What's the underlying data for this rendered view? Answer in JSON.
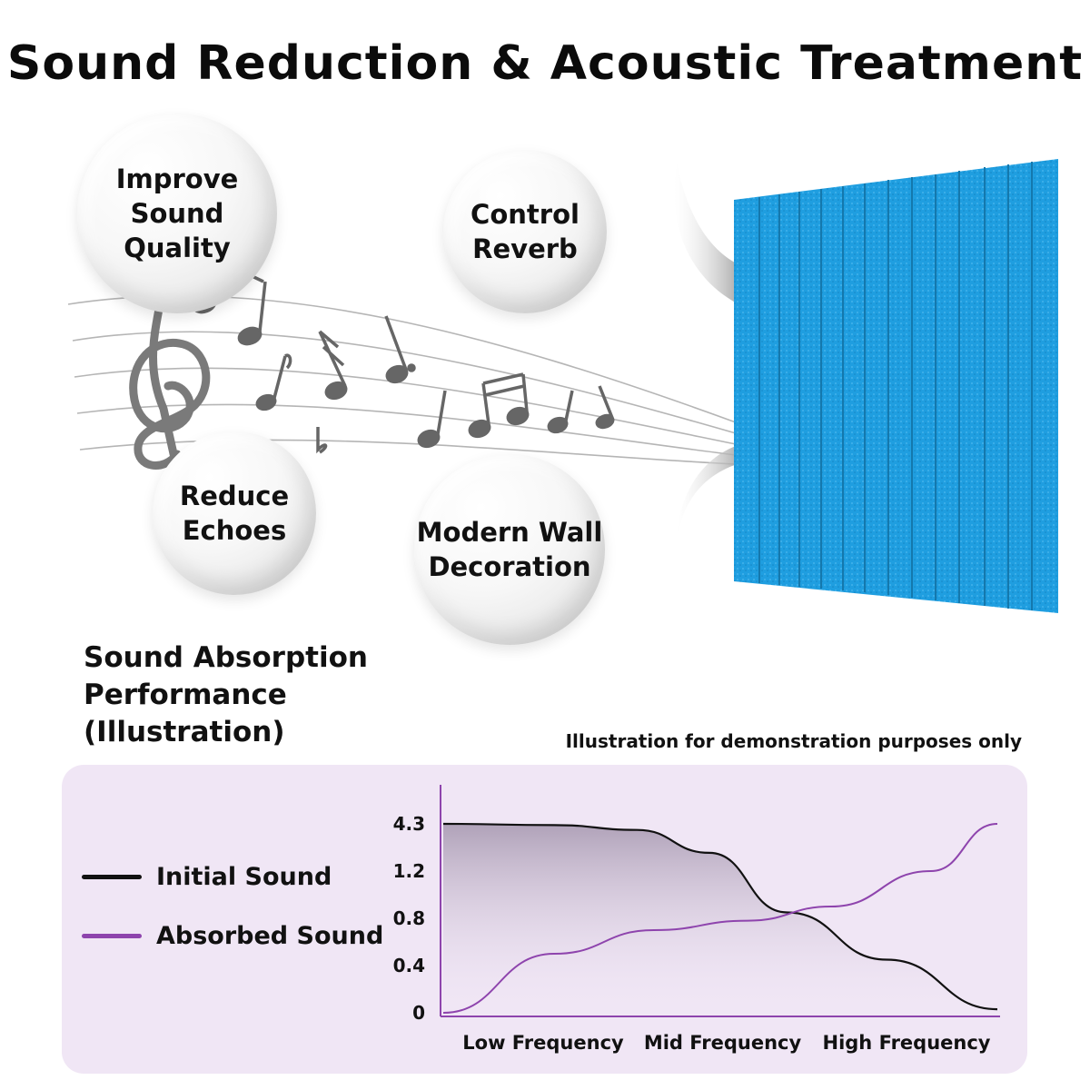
{
  "title": "Sound Reduction & Acoustic Treatment",
  "bubbles": {
    "improve": "Improve\nSound\nQuality",
    "control": "Control\nReverb",
    "reduce": "Reduce\nEchoes",
    "modern": "Modern Wall\nDecoration"
  },
  "section_title": "Sound Absorption\nPerformance\n(Illustration)",
  "disclaimer": "Illustration for demonstration purposes only",
  "colors": {
    "panel_blue": "#1f9ee0",
    "chart_background": "#f0e6f5",
    "initial_line": "#111111",
    "absorbed_line": "#8e44ad",
    "axis": "#8e44ad"
  },
  "chart_data": {
    "type": "line",
    "legend_position": "left",
    "categories": [
      "Low Frequency",
      "Mid Frequency",
      "High Frequency"
    ],
    "yticks": [
      "4.3",
      "1.2",
      "0.8",
      "0.4",
      "0"
    ],
    "series": [
      {
        "name": "Initial Sound",
        "color": "#111111",
        "points": [
          [
            0,
            4.3
          ],
          [
            0.2,
            4.22
          ],
          [
            0.35,
            3.9
          ],
          [
            0.48,
            2.4
          ],
          [
            0.62,
            0.85
          ],
          [
            0.8,
            0.45
          ],
          [
            1.0,
            0.03
          ]
        ]
      },
      {
        "name": "Absorbed Sound",
        "color": "#8e44ad",
        "points": [
          [
            0,
            0
          ],
          [
            0.2,
            0.5
          ],
          [
            0.38,
            0.7
          ],
          [
            0.55,
            0.78
          ],
          [
            0.7,
            0.9
          ],
          [
            0.88,
            1.2
          ],
          [
            1.0,
            4.3
          ]
        ]
      }
    ]
  }
}
